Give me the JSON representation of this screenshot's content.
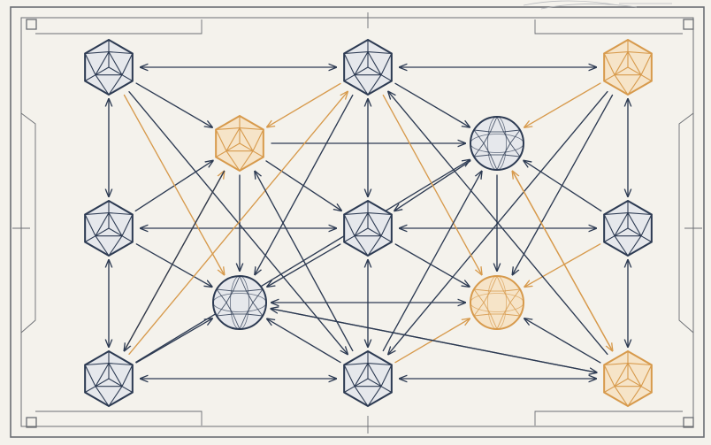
{
  "diagram": {
    "colors": {
      "background": "#f4f2ec",
      "navy": "#2c3a52",
      "orange": "#d79a4c",
      "frame": "#6b6e73"
    },
    "nodes": [
      {
        "id": "n1",
        "shape": "icosahedron",
        "color": "navy"
      },
      {
        "id": "n2",
        "shape": "icosahedron",
        "color": "navy"
      },
      {
        "id": "n3",
        "shape": "icosahedron",
        "color": "orange"
      },
      {
        "id": "n4",
        "shape": "icosahedron",
        "color": "orange"
      },
      {
        "id": "n5",
        "shape": "sphere",
        "color": "navy"
      },
      {
        "id": "n6",
        "shape": "icosahedron",
        "color": "navy"
      },
      {
        "id": "n7",
        "shape": "icosahedron",
        "color": "navy"
      },
      {
        "id": "n8",
        "shape": "icosahedron",
        "color": "navy"
      },
      {
        "id": "n9",
        "shape": "sphere",
        "color": "navy"
      },
      {
        "id": "n10",
        "shape": "sphere",
        "color": "orange"
      },
      {
        "id": "n11",
        "shape": "icosahedron",
        "color": "navy"
      },
      {
        "id": "n12",
        "shape": "icosahedron",
        "color": "navy"
      },
      {
        "id": "n13",
        "shape": "icosahedron",
        "color": "orange"
      }
    ],
    "edges": [
      {
        "from": "n1",
        "to": "n2",
        "color": "navy",
        "arrows": "both"
      },
      {
        "from": "n2",
        "to": "n3",
        "color": "navy",
        "arrows": "both"
      },
      {
        "from": "n6",
        "to": "n7",
        "color": "navy",
        "arrows": "both"
      },
      {
        "from": "n7",
        "to": "n8",
        "color": "navy",
        "arrows": "both"
      },
      {
        "from": "n11",
        "to": "n12",
        "color": "navy",
        "arrows": "both"
      },
      {
        "from": "n12",
        "to": "n13",
        "color": "navy",
        "arrows": "both"
      },
      {
        "from": "n1",
        "to": "n6",
        "color": "navy",
        "arrows": "both"
      },
      {
        "from": "n6",
        "to": "n11",
        "color": "navy",
        "arrows": "both"
      },
      {
        "from": "n3",
        "to": "n8",
        "color": "navy",
        "arrows": "both"
      },
      {
        "from": "n8",
        "to": "n13",
        "color": "navy",
        "arrows": "both"
      },
      {
        "from": "n2",
        "to": "n7",
        "color": "navy",
        "arrows": "both"
      },
      {
        "from": "n7",
        "to": "n12",
        "color": "navy",
        "arrows": "both"
      },
      {
        "from": "n4",
        "to": "n5",
        "color": "navy",
        "arrows": "end"
      },
      {
        "from": "n9",
        "to": "n10",
        "color": "navy",
        "arrows": "both"
      },
      {
        "from": "n4",
        "to": "n9",
        "color": "navy",
        "arrows": "end"
      },
      {
        "from": "n5",
        "to": "n10",
        "color": "navy",
        "arrows": "end"
      },
      {
        "from": "n1",
        "to": "n4",
        "color": "navy",
        "arrows": "end"
      },
      {
        "from": "n2",
        "to": "n4",
        "color": "orange",
        "arrows": "end"
      },
      {
        "from": "n6",
        "to": "n4",
        "color": "navy",
        "arrows": "end"
      },
      {
        "from": "n4",
        "to": "n7",
        "color": "navy",
        "arrows": "end"
      },
      {
        "from": "n2",
        "to": "n5",
        "color": "navy",
        "arrows": "end"
      },
      {
        "from": "n3",
        "to": "n5",
        "color": "orange",
        "arrows": "end"
      },
      {
        "from": "n8",
        "to": "n5",
        "color": "navy",
        "arrows": "end"
      },
      {
        "from": "n5",
        "to": "n7",
        "color": "navy",
        "arrows": "end"
      },
      {
        "from": "n6",
        "to": "n9",
        "color": "navy",
        "arrows": "end"
      },
      {
        "from": "n11",
        "to": "n9",
        "color": "navy",
        "arrows": "end"
      },
      {
        "from": "n12",
        "to": "n9",
        "color": "navy",
        "arrows": "end"
      },
      {
        "from": "n7",
        "to": "n9",
        "color": "navy",
        "arrows": "end"
      },
      {
        "from": "n8",
        "to": "n10",
        "color": "orange",
        "arrows": "end"
      },
      {
        "from": "n13",
        "to": "n10",
        "color": "navy",
        "arrows": "end"
      },
      {
        "from": "n12",
        "to": "n10",
        "color": "orange",
        "arrows": "end"
      },
      {
        "from": "n7",
        "to": "n10",
        "color": "navy",
        "arrows": "end"
      },
      {
        "from": "n1",
        "to": "n12",
        "color": "navy",
        "arrows": "end"
      },
      {
        "from": "n1",
        "to": "n9",
        "color": "orange",
        "arrows": "end"
      },
      {
        "from": "n11",
        "to": "n4",
        "color": "orange",
        "arrows": "end"
      },
      {
        "from": "n11",
        "to": "n2",
        "color": "orange",
        "arrows": "end"
      },
      {
        "from": "n11",
        "to": "n5",
        "color": "navy",
        "arrows": "end"
      },
      {
        "from": "n3",
        "to": "n12",
        "color": "navy",
        "arrows": "end"
      },
      {
        "from": "n3",
        "to": "n10",
        "color": "navy",
        "arrows": "end"
      },
      {
        "from": "n13",
        "to": "n5",
        "color": "orange",
        "arrows": "end"
      },
      {
        "from": "n13",
        "to": "n2",
        "color": "navy",
        "arrows": "end"
      },
      {
        "from": "n13",
        "to": "n9",
        "color": "navy",
        "arrows": "end"
      },
      {
        "from": "n2",
        "to": "n10",
        "color": "orange",
        "arrows": "end"
      },
      {
        "from": "n2",
        "to": "n9",
        "color": "navy",
        "arrows": "end"
      },
      {
        "from": "n12",
        "to": "n4",
        "color": "navy",
        "arrows": "end"
      },
      {
        "from": "n12",
        "to": "n5",
        "color": "navy",
        "arrows": "end"
      },
      {
        "from": "n4",
        "to": "n11",
        "color": "navy",
        "arrows": "end"
      },
      {
        "from": "n5",
        "to": "n13",
        "color": "orange",
        "arrows": "end"
      },
      {
        "from": "n9",
        "to": "n13",
        "color": "navy",
        "arrows": "end"
      }
    ]
  }
}
